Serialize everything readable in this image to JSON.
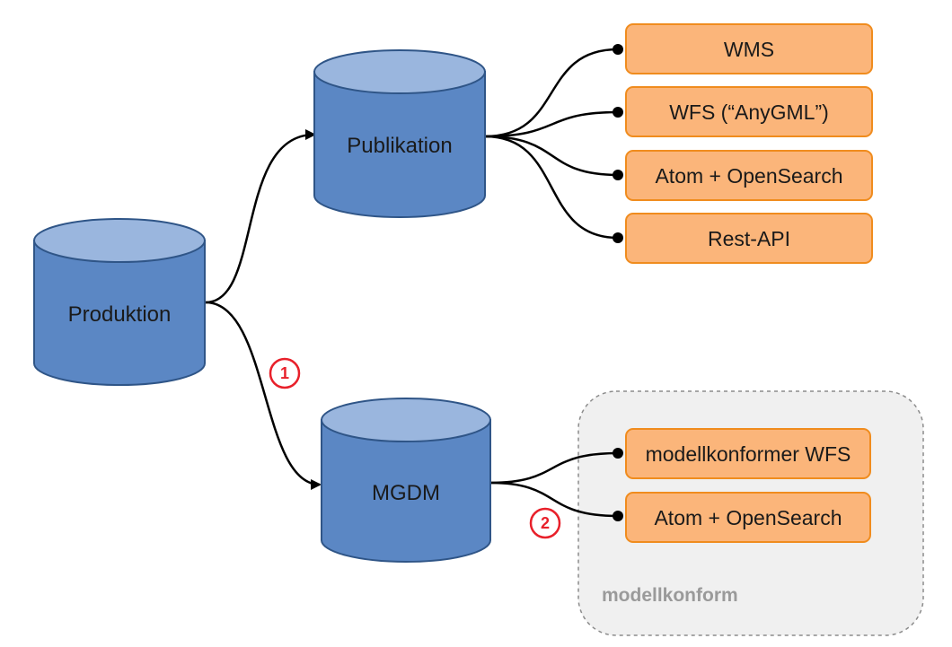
{
  "colors": {
    "cylinder_body": "#5b87c4",
    "cylinder_top": "#9ab6de",
    "cylinder_stroke": "#2f5587",
    "service_fill": "#fbb57a",
    "service_stroke": "#f08c1e",
    "connector": "#000000",
    "marker": "#e8202a",
    "group_fill": "#f0f0f0",
    "group_stroke": "#8c8c8c"
  },
  "databases": {
    "produktion": "Produktion",
    "publikation": "Publikation",
    "mgdm": "MGDM"
  },
  "services": {
    "wms": "WMS",
    "wfs_anygml": "WFS (“AnyGML”)",
    "atom_opensearch_1": "Atom + OpenSearch",
    "rest_api": "Rest-API",
    "modellkonformer_wfs": "modellkonformer WFS",
    "atom_opensearch_2": "Atom + OpenSearch"
  },
  "group": {
    "label": "modellkonform"
  },
  "markers": {
    "one": "1",
    "two": "2"
  }
}
